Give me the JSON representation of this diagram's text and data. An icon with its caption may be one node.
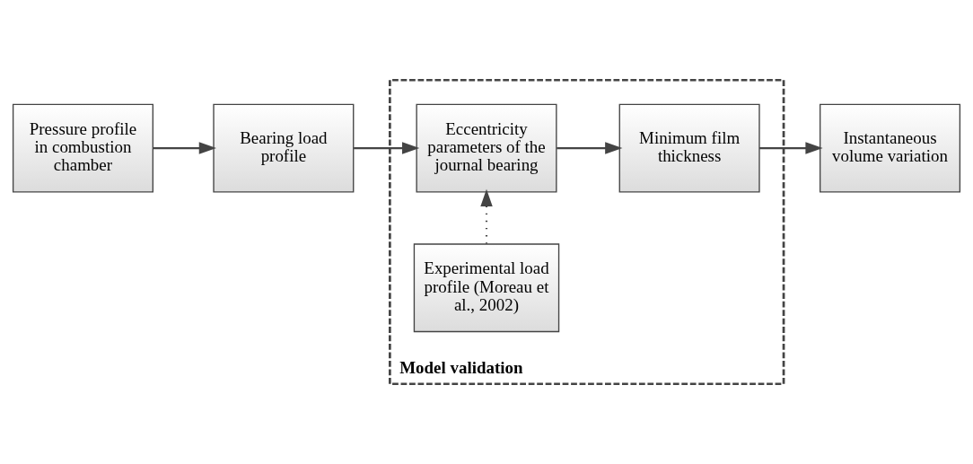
{
  "diagram": {
    "nodes": [
      {
        "text": [
          "Pressure profile in combustion chamber"
        ]
      },
      {
        "text": [
          "Bearing load profile"
        ]
      },
      {
        "text": [
          "Model validation"
        ]
      },
      {
        "text": [
          "Experimental load profile (Moreau et al., 2002)"
        ],
        "in": 2
      },
      {
        "text": [
          "Eccentricity parameters of the journal bearing"
        ],
        "in": 2
      },
      {
        "text": [
          "Minimum film thickness"
        ],
        "in": 2
      },
      {
        "text": [
          "Instantaneous volume variation"
        ]
      }
    ],
    "edges": [
      {
        "from": 0,
        "to": 1,
        "arrow": "to"
      },
      {
        "from": 1,
        "to": 4,
        "arrow": "to"
      },
      {
        "from": 3,
        "to": 4,
        "arrow": "to",
        "style": "dashed"
      },
      {
        "from": 4,
        "to": 5,
        "arrow": "to"
      },
      {
        "from": 5,
        "to": 6,
        "arrow": "to"
      }
    ]
  }
}
